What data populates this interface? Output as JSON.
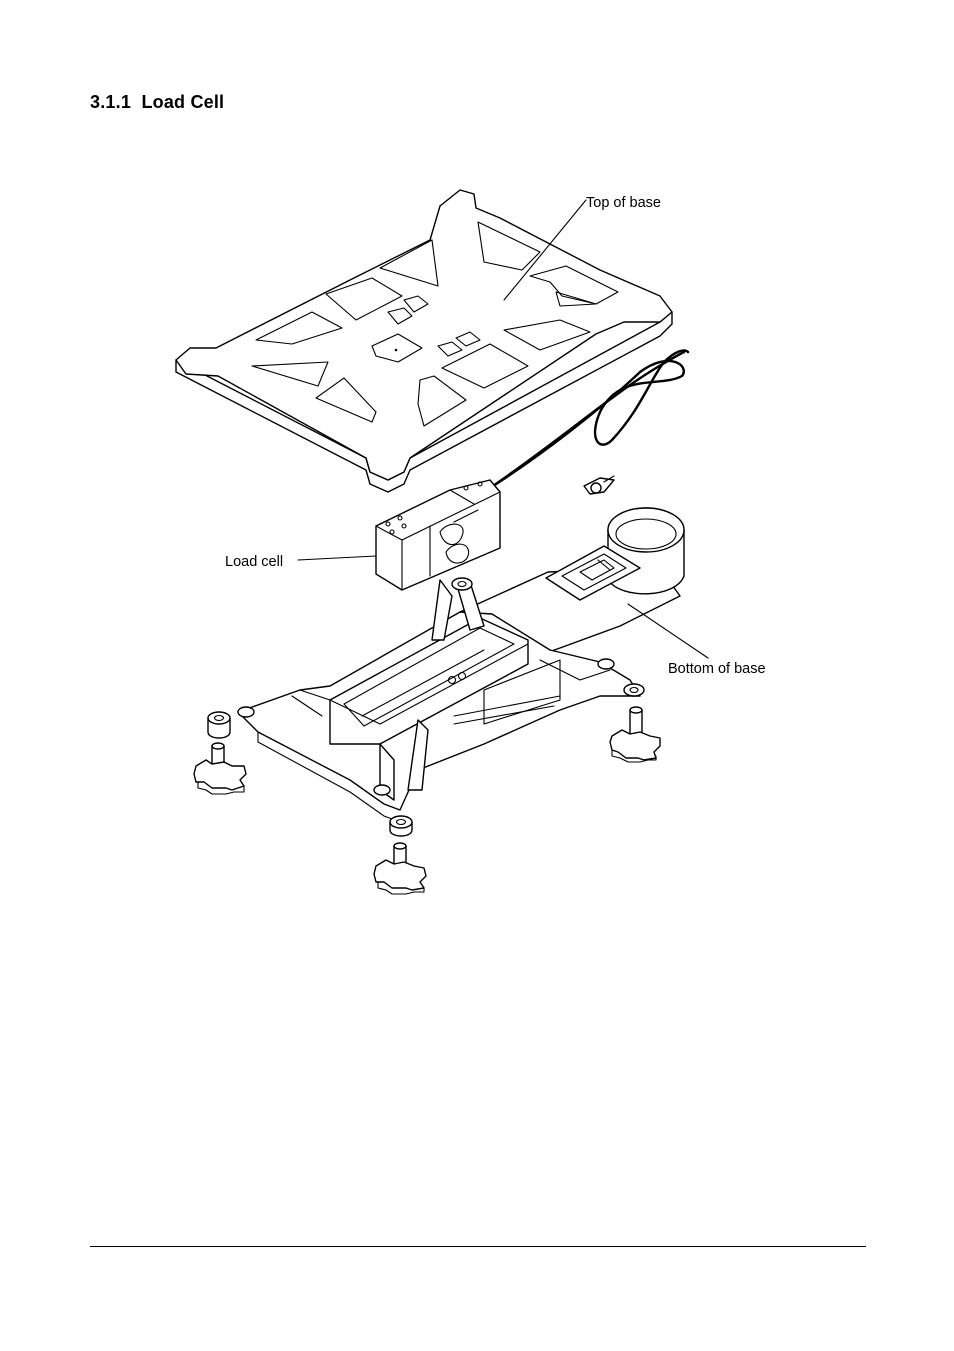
{
  "section": {
    "number": "3.1.1",
    "title": "Load Cell"
  },
  "figure": {
    "labels": {
      "top_of_base": "Top of base",
      "load_cell": "Load cell",
      "bottom_of_base": "Bottom of base"
    }
  }
}
